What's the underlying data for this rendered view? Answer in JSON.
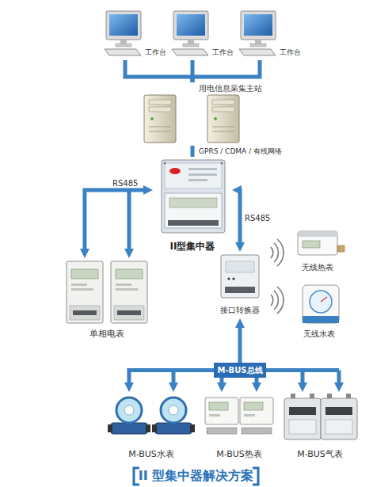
{
  "diagram": {
    "title": "II 型集中器解决方案",
    "nodes": [
      {
        "text": [
          "工作台"
        ]
      },
      {
        "text": [
          "工作台"
        ]
      },
      {
        "text": [
          "工作台"
        ]
      },
      {
        "text": [
          "用电信息采集主站"
        ]
      },
      {
        "text": [
          "II型集中器"
        ]
      },
      {
        "text": [
          "单相电表"
        ]
      },
      {
        "text": [
          "接口转换器"
        ]
      },
      {
        "text": [
          "无线热表"
        ]
      },
      {
        "text": [
          "无线水表"
        ]
      },
      {
        "text": [
          "M-BUS总线"
        ]
      },
      {
        "text": [
          "M-BUS水表"
        ]
      },
      {
        "text": [
          "M-BUS热表"
        ]
      },
      {
        "text": [
          "M-BUS气表"
        ]
      }
    ],
    "edges": [
      {
        "from": 0,
        "to": 3,
        "arrow": "none"
      },
      {
        "from": 1,
        "to": 3,
        "arrow": "none"
      },
      {
        "from": 2,
        "to": 3,
        "arrow": "none"
      },
      {
        "from": 4,
        "to": 3,
        "label": "GPRS / CDMA / 有线网络",
        "arrow": "none"
      },
      {
        "from": 4,
        "to": 5,
        "label": "RS485",
        "arrow": "both"
      },
      {
        "from": 4,
        "to": 6,
        "label": "RS485",
        "arrow": "both"
      },
      {
        "from": 9,
        "to": 6,
        "arrow": "to"
      },
      {
        "from": 9,
        "to": 10,
        "arrow": "to"
      },
      {
        "from": 9,
        "to": 11,
        "arrow": "to"
      },
      {
        "from": 9,
        "to": 12,
        "arrow": "to"
      }
    ]
  }
}
